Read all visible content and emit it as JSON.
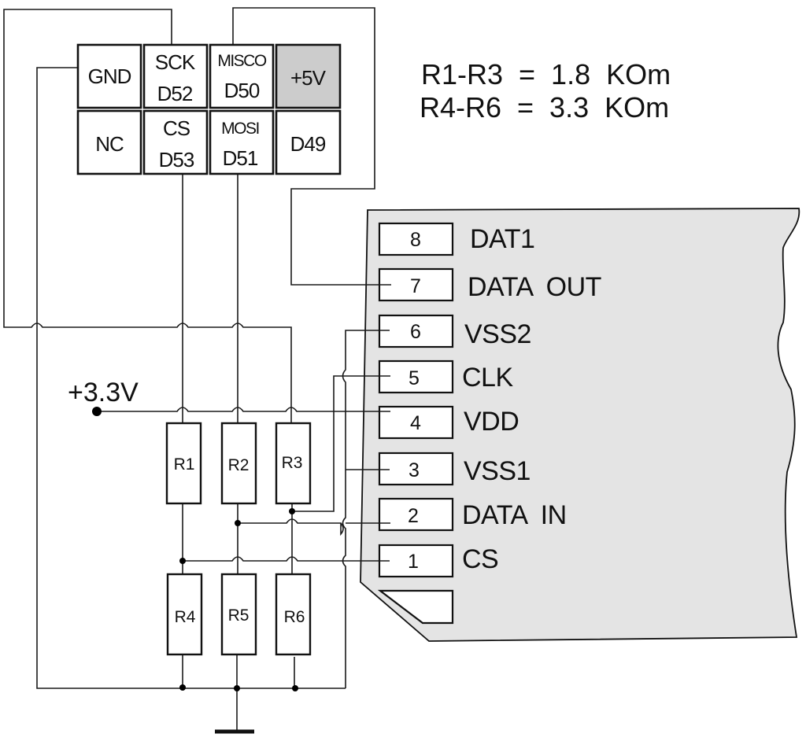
{
  "header_pins": {
    "row1": [
      {
        "line1": "GND",
        "line2": ""
      },
      {
        "line1": "SCK",
        "line2": "D52"
      },
      {
        "line1": "MISCO",
        "line2": "D50"
      },
      {
        "line1": "+5V",
        "line2": ""
      }
    ],
    "row2": [
      {
        "line1": "NC",
        "line2": ""
      },
      {
        "line1": "CS",
        "line2": "D53"
      },
      {
        "line1": "MOSI",
        "line2": "D51"
      },
      {
        "line1": "D49",
        "line2": ""
      }
    ]
  },
  "notes": {
    "line1": "R1-R3  =  1.8  KOm",
    "line2": "R4-R6  =  3.3  KOm"
  },
  "supply": {
    "label": "+3.3V"
  },
  "resistors": {
    "top": [
      "R1",
      "R2",
      "R3"
    ],
    "bottom": [
      "R4",
      "R5",
      "R6"
    ]
  },
  "sd_card": {
    "pins": [
      {
        "num": "8",
        "name": "DAT1"
      },
      {
        "num": "7",
        "name": "DATA  OUT"
      },
      {
        "num": "6",
        "name": "VSS2"
      },
      {
        "num": "5",
        "name": "CLK"
      },
      {
        "num": "4",
        "name": "VDD"
      },
      {
        "num": "3",
        "name": "VSS1"
      },
      {
        "num": "2",
        "name": "DATA  IN"
      },
      {
        "num": "1",
        "name": "CS"
      }
    ]
  },
  "colors": {
    "card_fill": "#e4e4e4",
    "highlight_pin": "#cccccc",
    "line": "#111111"
  }
}
